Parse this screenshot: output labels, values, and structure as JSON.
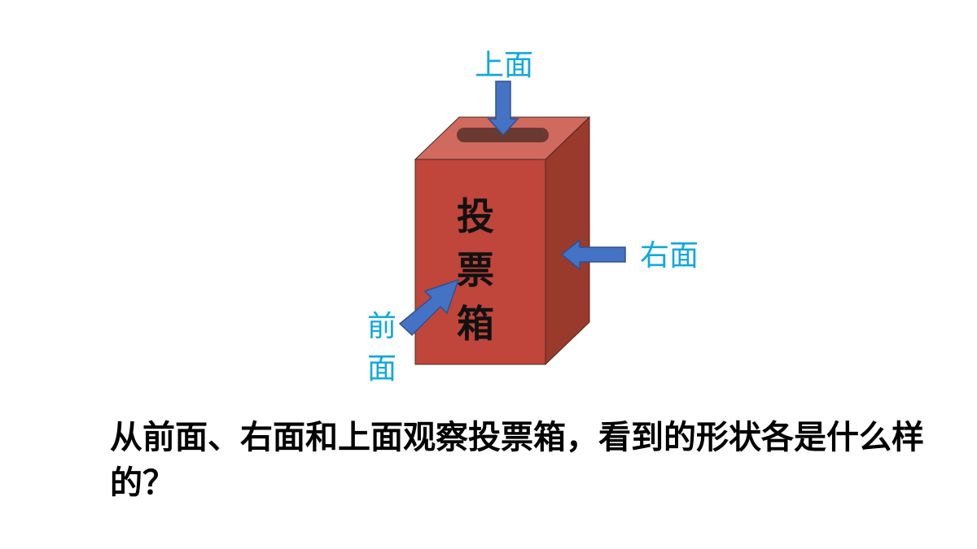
{
  "box": {
    "label_chars": [
      "投",
      "票",
      "箱"
    ],
    "front_color": "#c0453a",
    "top_color": "#d06a5e",
    "side_color": "#9a3a2c",
    "slot_color": "#6a3a30"
  },
  "labels": {
    "top": "上面",
    "right": "右面",
    "front_line1": "前",
    "front_line2": "面",
    "color": "#11a8e0"
  },
  "arrows": {
    "color": "#4472c4"
  },
  "question": "从前面、右面和上面观察投票箱，看到的形状各是什么样的？"
}
